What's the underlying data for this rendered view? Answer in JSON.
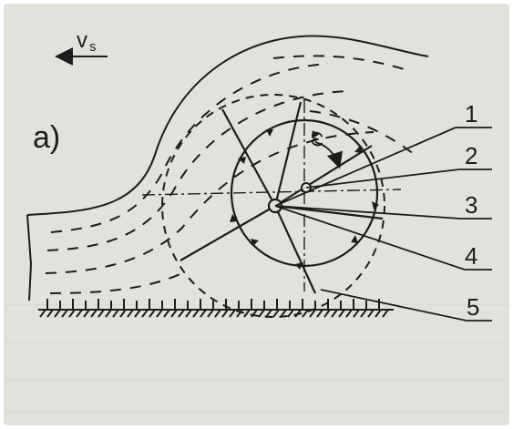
{
  "figure": {
    "panel_label": "a)",
    "velocity_label": "v",
    "velocity_subscript": "s",
    "omega_label": "ω",
    "callouts": [
      "1",
      "2",
      "3",
      "4",
      "5"
    ]
  },
  "colors": {
    "paper": "#e2e2dd",
    "ink": "#1c1c1c"
  }
}
